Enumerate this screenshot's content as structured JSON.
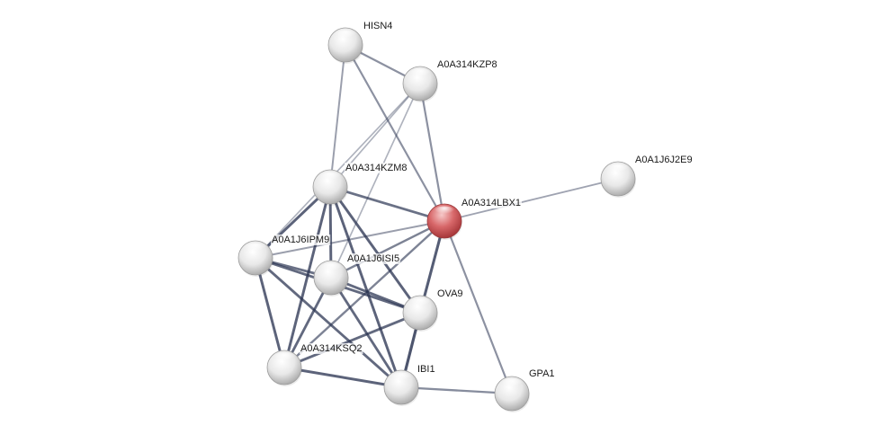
{
  "network": {
    "nodes": [
      {
        "id": "HISN4",
        "label": "HISN4",
        "query": false
      },
      {
        "id": "A0A314KZP8",
        "label": "A0A314KZP8",
        "query": false
      },
      {
        "id": "A0A1J6J2E9",
        "label": "A0A1J6J2E9",
        "query": false
      },
      {
        "id": "A0A314KZM8",
        "label": "A0A314KZM8",
        "query": false
      },
      {
        "id": "A0A314LBX1",
        "label": "A0A314LBX1",
        "query": true
      },
      {
        "id": "A0A1J6IPM9",
        "label": "A0A1J6IPM9",
        "query": false
      },
      {
        "id": "A0A1J6ISI5",
        "label": "A0A1J6ISI5",
        "query": false
      },
      {
        "id": "OVA9",
        "label": "OVA9",
        "query": false
      },
      {
        "id": "A0A314KSQ2",
        "label": "A0A314KSQ2",
        "query": false
      },
      {
        "id": "IBI1",
        "label": "IBI1",
        "query": false
      },
      {
        "id": "GPA1",
        "label": "GPA1",
        "query": false
      }
    ],
    "edges": [
      {
        "source": "HISN4",
        "target": "A0A314KZP8",
        "strength": 0.45
      },
      {
        "source": "HISN4",
        "target": "A0A314KZM8",
        "strength": 0.35
      },
      {
        "source": "HISN4",
        "target": "A0A314LBX1",
        "strength": 0.45
      },
      {
        "source": "A0A314KZP8",
        "target": "A0A314LBX1",
        "strength": 0.45
      },
      {
        "source": "A0A314KZP8",
        "target": "A0A314KZM8",
        "strength": 0.2
      },
      {
        "source": "A0A314KZP8",
        "target": "A0A1J6IPM9",
        "strength": 0.2
      },
      {
        "source": "A0A314KZP8",
        "target": "A0A1J6ISI5",
        "strength": 0.2
      },
      {
        "source": "A0A1J6J2E9",
        "target": "A0A314LBX1",
        "strength": 0.3
      },
      {
        "source": "A0A314KZM8",
        "target": "A0A314LBX1",
        "strength": 0.7
      },
      {
        "source": "A0A314KZM8",
        "target": "A0A1J6IPM9",
        "strength": 0.8
      },
      {
        "source": "A0A314KZM8",
        "target": "A0A1J6ISI5",
        "strength": 0.8
      },
      {
        "source": "A0A314KZM8",
        "target": "OVA9",
        "strength": 0.8
      },
      {
        "source": "A0A314KZM8",
        "target": "A0A314KSQ2",
        "strength": 0.8
      },
      {
        "source": "A0A314KZM8",
        "target": "IBI1",
        "strength": 0.8
      },
      {
        "source": "A0A314LBX1",
        "target": "A0A1J6IPM9",
        "strength": 0.35
      },
      {
        "source": "A0A314LBX1",
        "target": "A0A1J6ISI5",
        "strength": 0.55
      },
      {
        "source": "A0A314LBX1",
        "target": "OVA9",
        "strength": 0.85
      },
      {
        "source": "A0A314LBX1",
        "target": "A0A314KSQ2",
        "strength": 0.55
      },
      {
        "source": "A0A314LBX1",
        "target": "GPA1",
        "strength": 0.45
      },
      {
        "source": "A0A1J6IPM9",
        "target": "A0A1J6ISI5",
        "strength": 0.7
      },
      {
        "source": "A0A1J6IPM9",
        "target": "OVA9",
        "strength": 0.75
      },
      {
        "source": "A0A1J6IPM9",
        "target": "A0A314KSQ2",
        "strength": 0.8
      },
      {
        "source": "A0A1J6IPM9",
        "target": "IBI1",
        "strength": 0.75
      },
      {
        "source": "A0A1J6ISI5",
        "target": "OVA9",
        "strength": 0.75
      },
      {
        "source": "A0A1J6ISI5",
        "target": "A0A314KSQ2",
        "strength": 0.75
      },
      {
        "source": "A0A1J6ISI5",
        "target": "IBI1",
        "strength": 0.75
      },
      {
        "source": "OVA9",
        "target": "A0A314KSQ2",
        "strength": 0.75
      },
      {
        "source": "OVA9",
        "target": "IBI1",
        "strength": 0.9
      },
      {
        "source": "A0A314KSQ2",
        "target": "IBI1",
        "strength": 0.8
      },
      {
        "source": "IBI1",
        "target": "GPA1",
        "strength": 0.5
      }
    ],
    "colors": {
      "edge": "#2b3452",
      "node_default": "#e2e2e2",
      "node_query": "#d05558"
    }
  }
}
